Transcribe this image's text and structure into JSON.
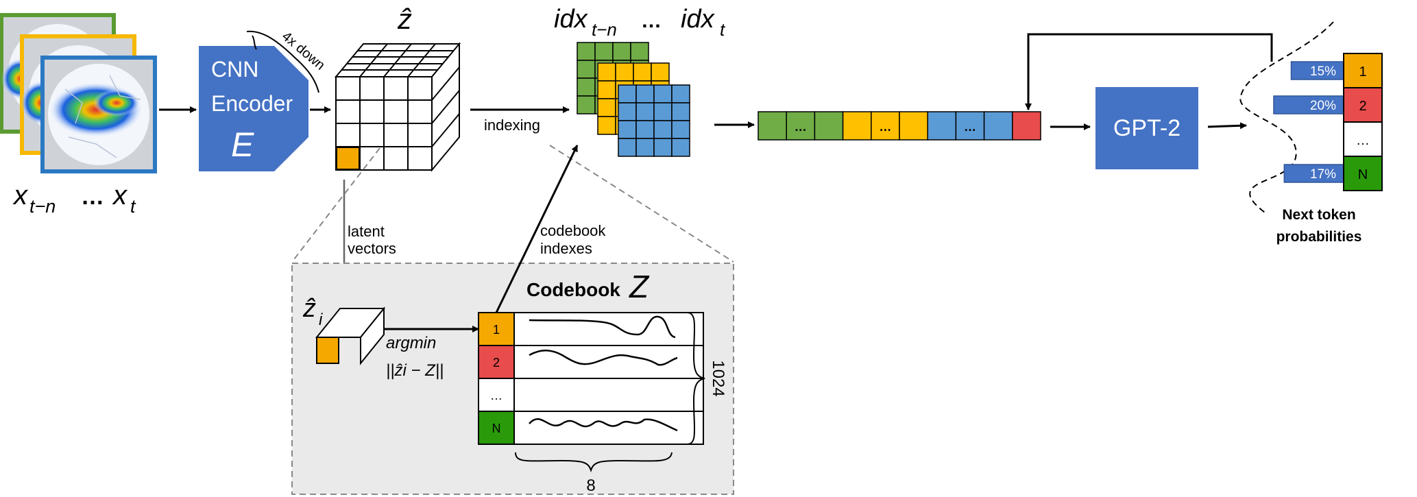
{
  "inputs": {
    "label_start": "x",
    "label_start_sub": "t−n",
    "label_dots": "…",
    "label_end": "x",
    "label_end_sub": "t",
    "frame_colors": [
      "#5B9B32",
      "#F6B800",
      "#2B78C2"
    ]
  },
  "encoder": {
    "line1": "CNN",
    "line2": "Encoder",
    "symbol": "E",
    "fill": "#4472C4",
    "downsample_label": "4x down"
  },
  "latent_grid": {
    "symbol": "ẑ",
    "highlight_color": "#F5A800"
  },
  "edges": {
    "latent_vectors": [
      "latent",
      "vectors"
    ],
    "indexing": "indexing",
    "codebook_indexes": [
      "codebook",
      "indexes"
    ]
  },
  "index_maps": {
    "title_start": "idx",
    "title_start_sub": "t−n",
    "title_dots": "…",
    "title_end": "idx",
    "title_end_sub": "t",
    "colors": [
      "#70AD47",
      "#FFC000",
      "#5B9BD5"
    ]
  },
  "token_sequence": {
    "cells": [
      {
        "color": "#70AD47",
        "label": ""
      },
      {
        "color": "#70AD47",
        "label": "…"
      },
      {
        "color": "#70AD47",
        "label": ""
      },
      {
        "color": "#FFC000",
        "label": ""
      },
      {
        "color": "#FFC000",
        "label": "…"
      },
      {
        "color": "#FFC000",
        "label": ""
      },
      {
        "color": "#5B9BD5",
        "label": ""
      },
      {
        "color": "#5B9BD5",
        "label": "…"
      },
      {
        "color": "#5B9BD5",
        "label": ""
      },
      {
        "color": "#E84C4C",
        "label": ""
      }
    ]
  },
  "gpt": {
    "label": "GPT-2",
    "fill": "#4472C4"
  },
  "probabilities": {
    "title": [
      "Next token",
      "probabilities"
    ],
    "bars": [
      {
        "label": "15%",
        "value": 15
      },
      {
        "label": "20%",
        "value": 20
      },
      {
        "label": "17%",
        "value": 17
      }
    ],
    "tokens": [
      {
        "label": "1",
        "color": "#F5A800"
      },
      {
        "label": "2",
        "color": "#E84C4C"
      },
      {
        "label": "…",
        "color": "#FFFFFF"
      },
      {
        "label": "N",
        "color": "#2A9A0A"
      }
    ]
  },
  "codebook": {
    "title": "Codebook",
    "symbol": "Z",
    "rows": [
      {
        "label": "1",
        "color": "#F5A800"
      },
      {
        "label": "2",
        "color": "#E84C4C"
      },
      {
        "label": "…",
        "color": "#FFFFFF"
      },
      {
        "label": "N",
        "color": "#2A9A0A"
      }
    ],
    "size_label": "1024",
    "dim_label": "8",
    "zi_symbol": "ẑ",
    "zi_sub": "i",
    "argmin_label": "argmin",
    "argmin_formula": "||ẑi − Z||"
  }
}
